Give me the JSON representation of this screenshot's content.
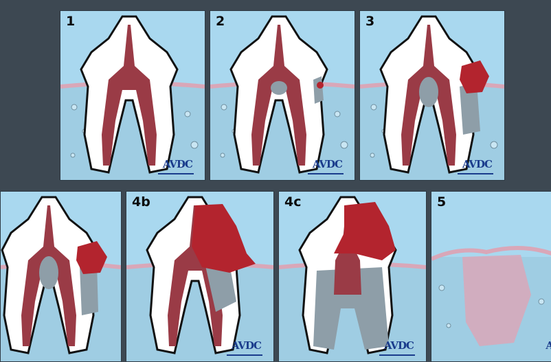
{
  "panels": [
    {
      "label": "1",
      "logo": "AVDC"
    },
    {
      "label": "2",
      "logo": "AVDC"
    },
    {
      "label": "3",
      "logo": "AVDC"
    },
    {
      "label": "",
      "logo": ""
    },
    {
      "label": "4b",
      "logo": "AVDC"
    },
    {
      "label": "4c",
      "logo": "AVDC"
    },
    {
      "label": "5",
      "logo": "A"
    }
  ],
  "colors": {
    "background": "#3d4852",
    "panel_fill": "#a9d8ef",
    "gum_line": "#d9a7b8",
    "pulp": "#9a3b46",
    "lesion": "#b3242e",
    "resorption": "#8e9ea8",
    "logo": "#1a3c8c"
  }
}
